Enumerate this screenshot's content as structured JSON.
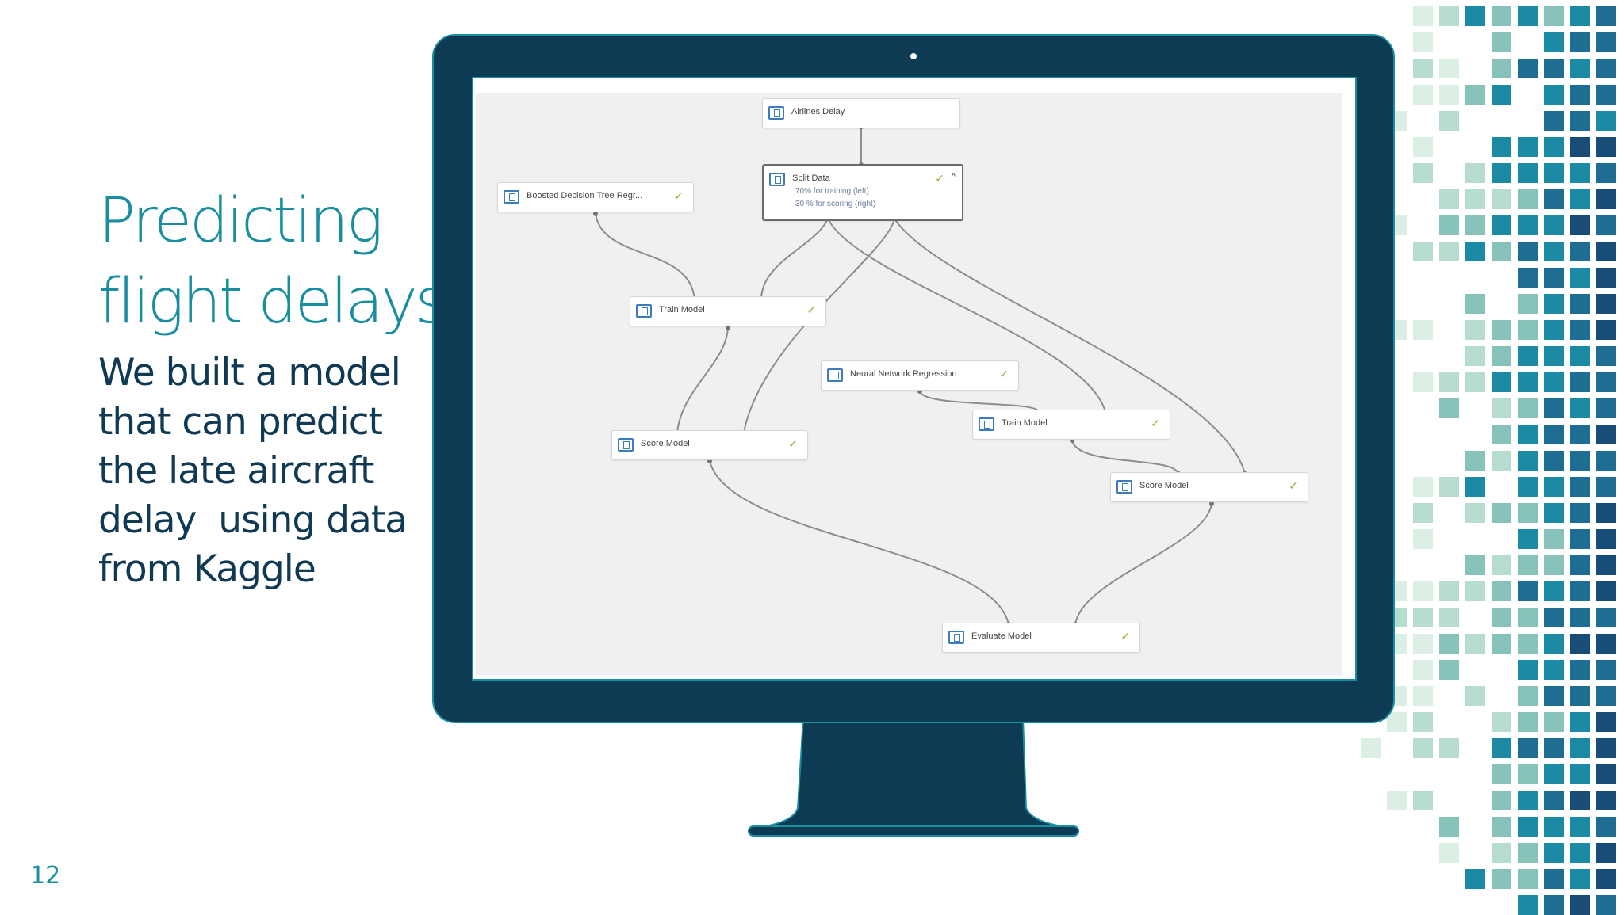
{
  "slide": {
    "title_lines": [
      "Predicting",
      "flight delays"
    ],
    "body_lines": [
      "We built a model",
      "that can predict",
      "the late aircraft",
      "delay  using data",
      "from Kaggle"
    ],
    "page_number": "12"
  },
  "workflow": {
    "nodes": {
      "airlines_delay": "Airlines Delay",
      "split_data": "Split Data",
      "split_sub1": "70% for training (left)",
      "split_sub2": "30 % for scoring (right)",
      "boosted": "Boosted Decision Tree Regr...",
      "train1": "Train Model",
      "neural": "Neural Network Regression",
      "train2": "Train Model",
      "score1": "Score Model",
      "score2": "Score Model",
      "evaluate": "Evaluate Model"
    },
    "check_icon": "check-icon"
  },
  "colors": {
    "title": "#1a8ea1",
    "body": "#103a54",
    "monitor_frame": "#0d3b53",
    "screen_canvas": "#f0f0f0",
    "node_check": "#8bb53a",
    "mosaic": [
      "#dcefe4",
      "#b5dccf",
      "#86c2b9",
      "#1b8aa4",
      "#1e6e93",
      "#174d77"
    ]
  }
}
